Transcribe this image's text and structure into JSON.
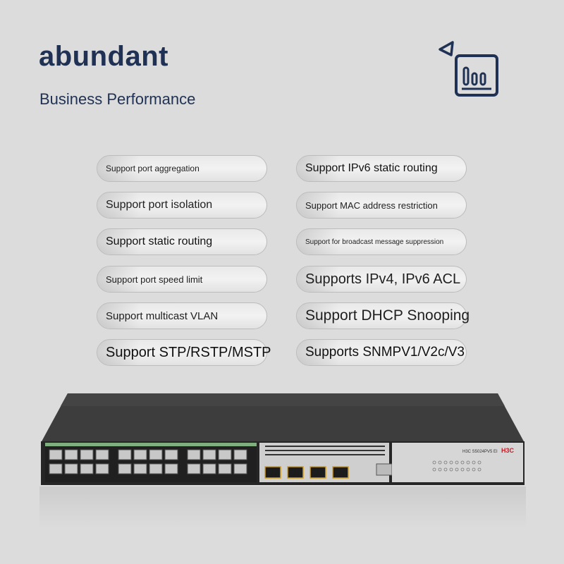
{
  "heading": {
    "title": "abundant",
    "subtitle": "Business Performance"
  },
  "icons": {
    "logo": "chart-bubble-icon"
  },
  "features": {
    "left": [
      "Support port aggregation",
      "Support port isolation",
      "Support static routing",
      "Support port speed limit",
      "Support multicast VLAN",
      "Support STP/RSTP/MSTP"
    ],
    "right": [
      "Support IPv6 static routing",
      "Support MAC address restriction",
      "Support for broadcast message suppression",
      "Supports IPv4, IPv6 ACL",
      "Support DHCP Snooping",
      "Supports SNMPV1/V2c/V3"
    ]
  },
  "device": {
    "model": "H3C S5024PV5 EI",
    "brand": "H3C"
  },
  "colors": {
    "brand_navy": "#1f3154",
    "background": "#dcdcdc",
    "switch_body": "#3a3a3a",
    "brand_red": "#c0202a"
  }
}
